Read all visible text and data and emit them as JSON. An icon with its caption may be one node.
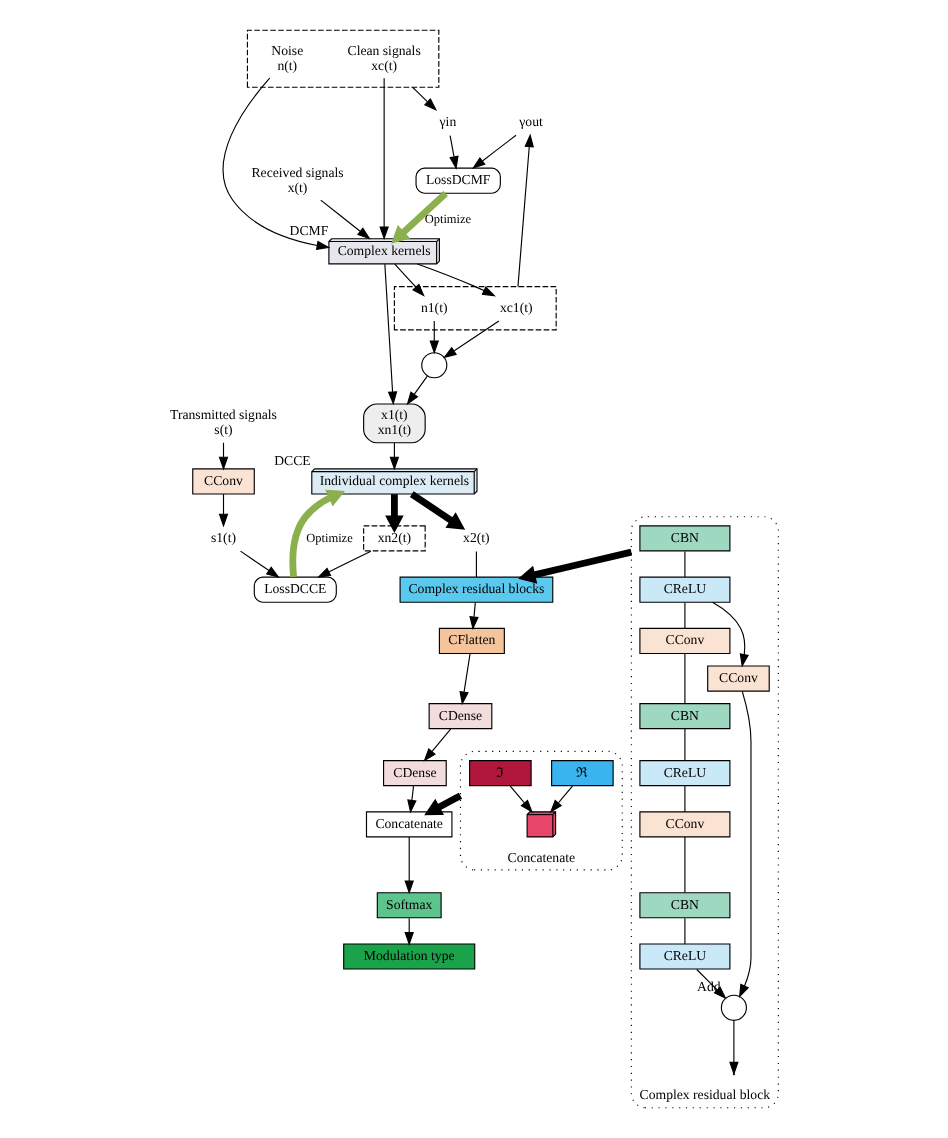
{
  "diagram": {
    "nodes": [
      {
        "text": [
          "Received signals",
          "x(t)"
        ]
      },
      {
        "text": [],
        "shape": "box"
      },
      {
        "text": [
          "Clean signals",
          "xc(t)"
        ],
        "in": 1
      },
      {
        "text": [
          "Noise",
          "n(t)"
        ],
        "in": 1
      },
      {
        "text": [
          "γin"
        ]
      },
      {
        "text": [
          "Complex kernels"
        ],
        "beside": [
          "DCMF"
        ]
      },
      {
        "text": [
          "LossDCMF"
        ]
      },
      {
        "text": [],
        "shape": "box"
      },
      {
        "text": [
          "xc1(t)"
        ],
        "in": 7
      },
      {
        "text": [
          "n1(t)"
        ],
        "in": 7
      },
      {
        "text": [
          "γout"
        ]
      },
      {
        "text": [],
        "shape": "circle"
      },
      {
        "text": [
          "x1(t)",
          "xn1(t)"
        ]
      },
      {
        "text": [
          "Transmitted signals",
          "s(t)"
        ]
      },
      {
        "text": [
          "CConv"
        ]
      },
      {
        "text": [
          "s1(t)"
        ]
      },
      {
        "text": [
          "Individual complex kernels"
        ],
        "beside": [
          "DCCE"
        ]
      },
      {
        "text": [
          "LossDCCE"
        ]
      },
      {
        "text": [
          "x2(t)"
        ]
      },
      {
        "text": [
          "xn2(t)"
        ]
      },
      {
        "text": [
          "Complex residual blocks"
        ]
      },
      {
        "text": [
          "CFlatten"
        ]
      },
      {
        "text": [
          "CDense"
        ]
      },
      {
        "text": [
          "CDense"
        ]
      },
      {
        "text": [
          "Concatenate"
        ]
      },
      {
        "text": [
          "Softmax"
        ]
      },
      {
        "text": [
          "Modulation type"
        ]
      },
      {
        "text": [
          "Concatenate"
        ]
      },
      {
        "text": [
          "ℑ"
        ],
        "in": 27
      },
      {
        "text": [
          "ℜ"
        ],
        "in": 27
      },
      {
        "text": [],
        "shape": "box",
        "in": 27
      },
      {
        "text": [
          "Complex residual block"
        ]
      },
      {
        "text": [
          "CBN"
        ],
        "in": 31
      },
      {
        "text": [
          "CReLU"
        ],
        "in": 31
      },
      {
        "text": [
          "CConv"
        ],
        "in": 31
      },
      {
        "text": [
          "CBN"
        ],
        "in": 31
      },
      {
        "text": [
          "CReLU"
        ],
        "in": 31
      },
      {
        "text": [
          "CConv"
        ],
        "in": 31
      },
      {
        "text": [
          "CBN"
        ],
        "in": 31
      },
      {
        "text": [
          "CReLU"
        ],
        "in": 31
      },
      {
        "text": [
          "CConv"
        ],
        "in": 31
      },
      {
        "text": [],
        "shape": "circle",
        "beside": [
          "Add"
        ],
        "in": 31
      }
    ],
    "edges": [
      {
        "from": 0,
        "to": 5,
        "arrow": "to"
      },
      {
        "from": 2,
        "to": 5,
        "arrow": "to"
      },
      {
        "from": 3,
        "to": 5,
        "arrow": "to"
      },
      {
        "from": 1,
        "to": 4,
        "arrow": "to"
      },
      {
        "from": 4,
        "to": 6,
        "arrow": "to"
      },
      {
        "from": 6,
        "to": 5,
        "arrow": "to",
        "label": "Optimize",
        "style": "thick",
        "color": "#8db04f"
      },
      {
        "from": 5,
        "to": 8,
        "arrow": "to"
      },
      {
        "from": 5,
        "to": 9,
        "arrow": "to"
      },
      {
        "from": 5,
        "to": 12,
        "arrow": "to"
      },
      {
        "from": 8,
        "to": 11,
        "arrow": "to"
      },
      {
        "from": 9,
        "to": 11,
        "arrow": "to"
      },
      {
        "from": 11,
        "to": 12,
        "arrow": "to"
      },
      {
        "from": 7,
        "to": 10,
        "arrow": "to"
      },
      {
        "from": 10,
        "to": 6,
        "arrow": "to"
      },
      {
        "from": 13,
        "to": 14,
        "arrow": "to"
      },
      {
        "from": 14,
        "to": 15,
        "arrow": "to"
      },
      {
        "from": 15,
        "to": 17,
        "arrow": "to"
      },
      {
        "from": 12,
        "to": 16,
        "arrow": "to"
      },
      {
        "from": 17,
        "to": 16,
        "arrow": "to",
        "label": "Optimize",
        "style": "thick",
        "color": "#8db04f"
      },
      {
        "from": 16,
        "to": 18,
        "arrow": "to",
        "style": "thick"
      },
      {
        "from": 16,
        "to": 19,
        "arrow": "to",
        "style": "thick"
      },
      {
        "from": 19,
        "to": 17,
        "arrow": "to"
      },
      {
        "from": 18,
        "to": 20,
        "arrow": "none"
      },
      {
        "from": 31,
        "to": 20,
        "arrow": "to",
        "style": "thick"
      },
      {
        "from": 20,
        "to": 21,
        "arrow": "to"
      },
      {
        "from": 21,
        "to": 22,
        "arrow": "to"
      },
      {
        "from": 22,
        "to": 23,
        "arrow": "to"
      },
      {
        "from": 23,
        "to": 24,
        "arrow": "to"
      },
      {
        "from": 24,
        "to": 25,
        "arrow": "to"
      },
      {
        "from": 25,
        "to": 26,
        "arrow": "to"
      },
      {
        "from": 27,
        "to": 24,
        "arrow": "to",
        "style": "thick"
      },
      {
        "from": 28,
        "to": 30,
        "arrow": "to"
      },
      {
        "from": 29,
        "to": 30,
        "arrow": "to"
      },
      {
        "from": 32,
        "to": 33,
        "arrow": "none"
      },
      {
        "from": 33,
        "to": 34,
        "arrow": "none"
      },
      {
        "from": 34,
        "to": 35,
        "arrow": "none"
      },
      {
        "from": 35,
        "to": 36,
        "arrow": "none"
      },
      {
        "from": 36,
        "to": 37,
        "arrow": "none"
      },
      {
        "from": 37,
        "to": 38,
        "arrow": "none"
      },
      {
        "from": 38,
        "to": 39,
        "arrow": "none"
      },
      {
        "from": 39,
        "to": 41,
        "arrow": "to"
      },
      {
        "from": 33,
        "to": 40,
        "arrow": "to"
      },
      {
        "from": 40,
        "to": 41,
        "arrow": "to"
      },
      {
        "from": 41,
        "to": null,
        "arrow": "to"
      }
    ]
  }
}
